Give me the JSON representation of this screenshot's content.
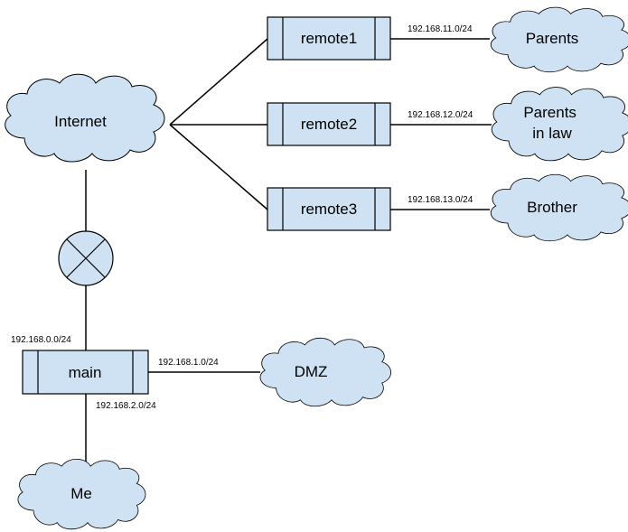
{
  "diagram": {
    "clouds": {
      "internet": "Internet",
      "parents": "Parents",
      "parents_in_law": [
        "Parents",
        "in law"
      ],
      "brother": "Brother",
      "dmz": "DMZ",
      "me": "Me"
    },
    "routers": {
      "remote1": "remote1",
      "remote2": "remote2",
      "remote3": "remote3",
      "main": "main"
    },
    "subnets": {
      "remote1_lan": "192.168.11.0/24",
      "remote2_lan": "192.168.12.0/24",
      "remote3_lan": "192.168.13.0/24",
      "main_wan": "192.168.0.0/24",
      "main_dmz": "192.168.1.0/24",
      "main_lan": "192.168.2.0/24"
    },
    "colors": {
      "node_fill": "#cfe2f3",
      "stroke": "#000000"
    }
  }
}
